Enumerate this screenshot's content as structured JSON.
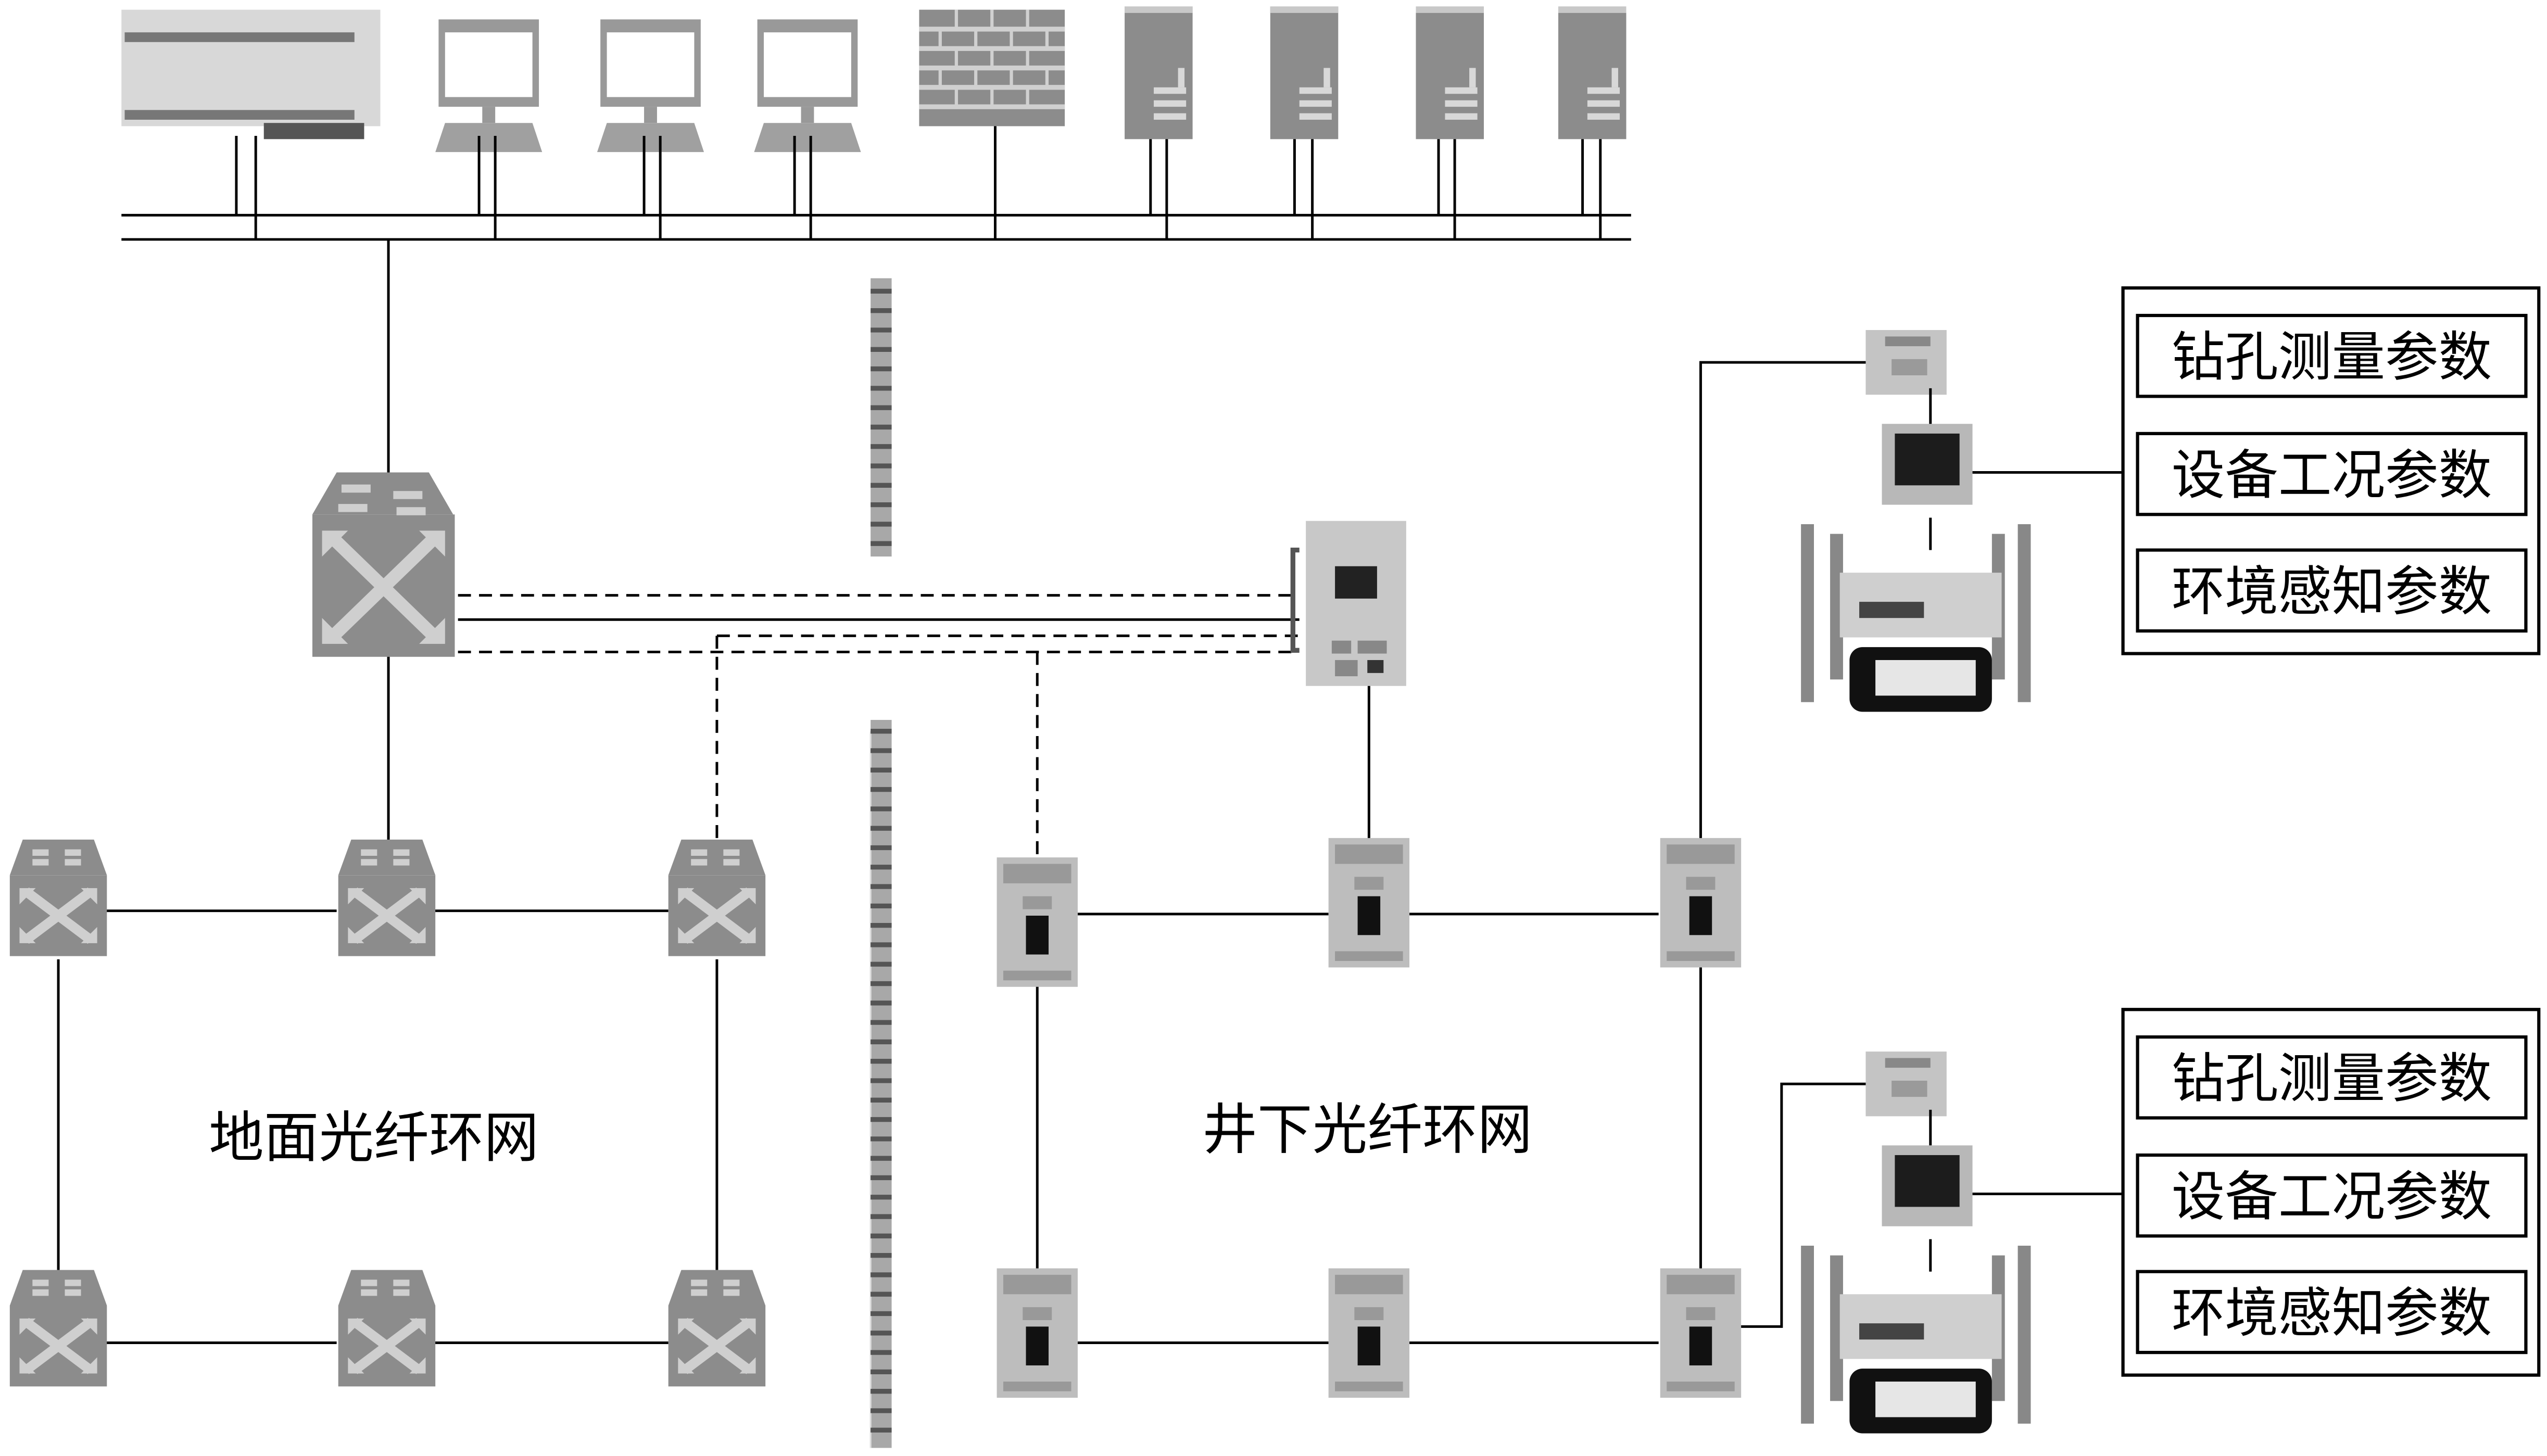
{
  "diagram": {
    "title_labels": {
      "surface_ring": "地面光纤环网",
      "underground_ring": "井下光纤环网"
    },
    "top_network": {
      "devices": [
        {
          "type": "large-display",
          "name": "large-screen"
        },
        {
          "type": "workstation",
          "name": "workstation-1"
        },
        {
          "type": "workstation",
          "name": "workstation-2"
        },
        {
          "type": "workstation",
          "name": "workstation-3"
        },
        {
          "type": "firewall",
          "name": "firewall"
        },
        {
          "type": "server",
          "name": "server-1"
        },
        {
          "type": "server",
          "name": "server-2"
        },
        {
          "type": "server",
          "name": "server-3"
        },
        {
          "type": "server",
          "name": "server-4"
        }
      ]
    },
    "parameter_groups": [
      {
        "items": [
          "钻孔测量参数",
          "设备工况参数",
          "环境感知参数"
        ]
      },
      {
        "items": [
          "钻孔测量参数",
          "设备工况参数",
          "环境感知参数"
        ]
      }
    ]
  }
}
